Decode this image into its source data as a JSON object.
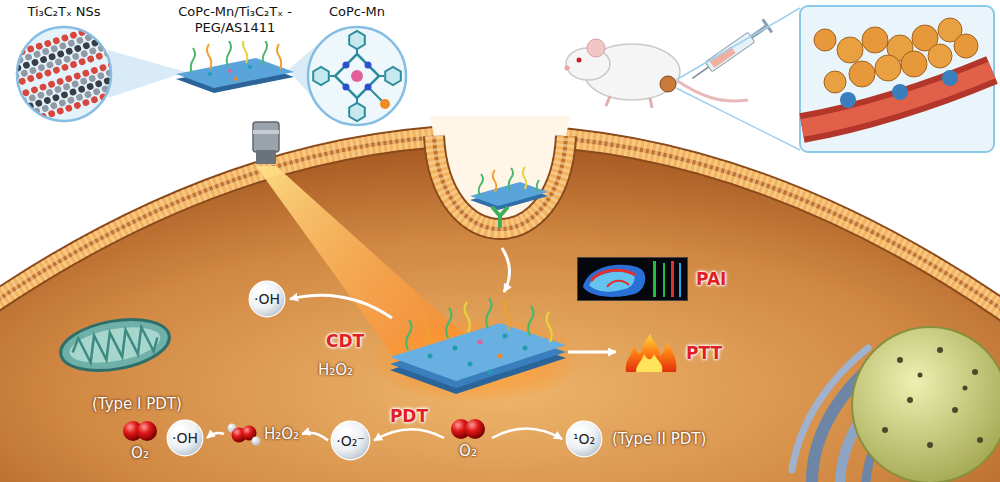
{
  "diagram": {
    "nodes": [
      {
        "text": [
          "Ti₃C₂Tₓ NSs"
        ]
      },
      {
        "text": [
          "CoPc-Mn/Ti₃C₂Tₓ -PEG/AS1411"
        ]
      },
      {
        "text": [
          "CoPc-Mn"
        ]
      },
      {
        "text": [
          "PAI"
        ]
      },
      {
        "text": [
          "·OH"
        ]
      },
      {
        "text": [
          "PTT"
        ]
      },
      {
        "text": [
          "O₂"
        ]
      },
      {
        "text": [
          "·OH"
        ]
      },
      {
        "text": [
          "H₂O₂"
        ]
      },
      {
        "text": [
          "·O₂⁻"
        ]
      },
      {
        "text": [
          "O₂"
        ]
      },
      {
        "text": [
          "¹O₂"
        ]
      }
    ],
    "edges": [
      {
        "from": 10,
        "to": 9,
        "label": "PDT",
        "arrow": "to"
      },
      {
        "from": 9,
        "to": 8,
        "arrow": "to"
      },
      {
        "from": 8,
        "to": 7,
        "arrow": "to"
      },
      {
        "from": 10,
        "to": 11,
        "arrow": "to"
      }
    ],
    "labels": [
      "CDT",
      "H₂O₂",
      "(Type I PDT)",
      "(Type II PDT)"
    ]
  }
}
